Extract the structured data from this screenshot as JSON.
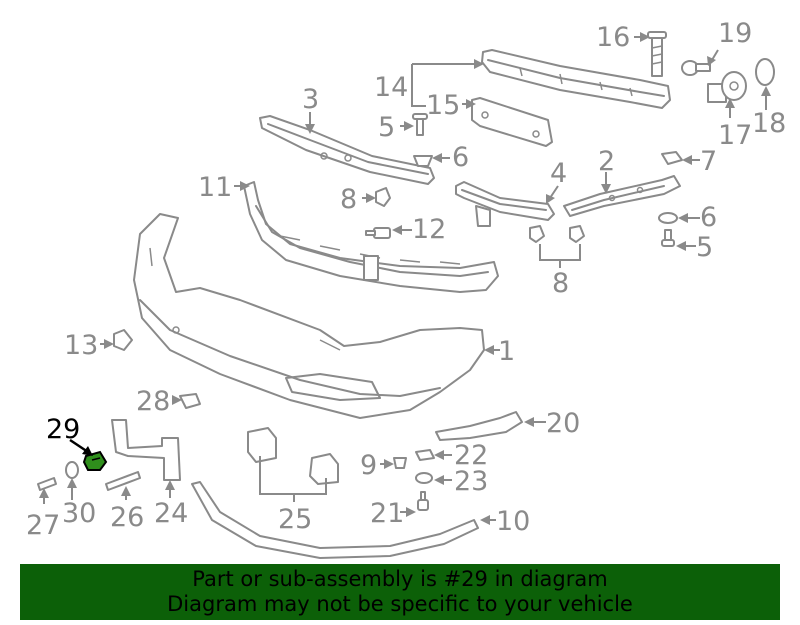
{
  "diagram": {
    "callouts": [
      {
        "id": "c1",
        "text": "1"
      },
      {
        "id": "c2",
        "text": "2"
      },
      {
        "id": "c3",
        "text": "3"
      },
      {
        "id": "c4",
        "text": "4"
      },
      {
        "id": "c5a",
        "text": "5"
      },
      {
        "id": "c5b",
        "text": "5"
      },
      {
        "id": "c6a",
        "text": "6"
      },
      {
        "id": "c6b",
        "text": "6"
      },
      {
        "id": "c7",
        "text": "7"
      },
      {
        "id": "c8a",
        "text": "8"
      },
      {
        "id": "c8b",
        "text": "8"
      },
      {
        "id": "c9",
        "text": "9"
      },
      {
        "id": "c10",
        "text": "10"
      },
      {
        "id": "c11",
        "text": "11"
      },
      {
        "id": "c12",
        "text": "12"
      },
      {
        "id": "c13",
        "text": "13"
      },
      {
        "id": "c14",
        "text": "14"
      },
      {
        "id": "c15",
        "text": "15"
      },
      {
        "id": "c16",
        "text": "16"
      },
      {
        "id": "c17",
        "text": "17"
      },
      {
        "id": "c18",
        "text": "18"
      },
      {
        "id": "c19",
        "text": "19"
      },
      {
        "id": "c20",
        "text": "20"
      },
      {
        "id": "c21",
        "text": "21"
      },
      {
        "id": "c22",
        "text": "22"
      },
      {
        "id": "c23",
        "text": "23"
      },
      {
        "id": "c24",
        "text": "24"
      },
      {
        "id": "c25",
        "text": "25"
      },
      {
        "id": "c26",
        "text": "26"
      },
      {
        "id": "c27",
        "text": "27"
      },
      {
        "id": "c28",
        "text": "28"
      },
      {
        "id": "c29",
        "text": "29"
      },
      {
        "id": "c30",
        "text": "30"
      }
    ],
    "highlighted_part": "29",
    "highlight_color": "#2f8f1c",
    "line_color": "#8a8a8a"
  },
  "banner": {
    "line1": "Part or sub-assembly is #29 in diagram",
    "line2": "Diagram may not be specific to your vehicle",
    "background": "#0c6008"
  }
}
